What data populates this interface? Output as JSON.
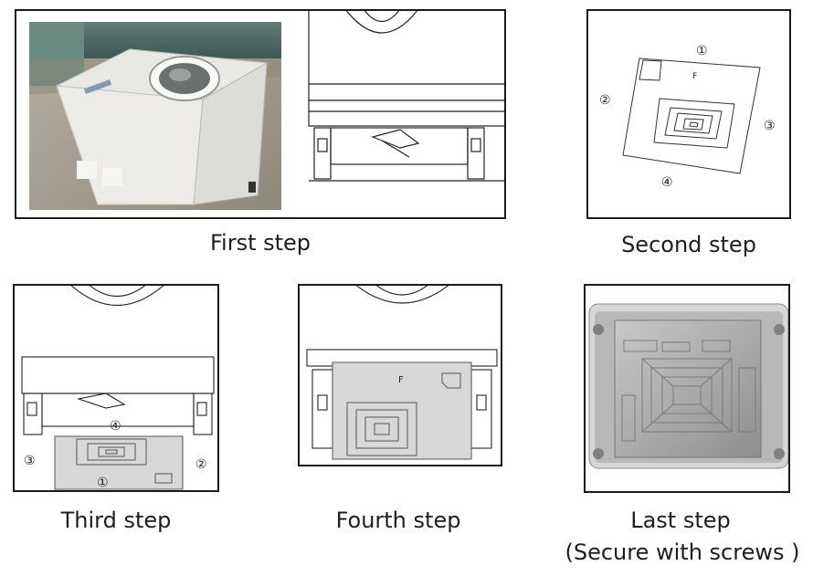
{
  "steps": {
    "first": {
      "caption": "First step"
    },
    "second": {
      "caption": "Second step",
      "labels": [
        "①",
        "②",
        "③",
        "④"
      ]
    },
    "third": {
      "caption": "Third step",
      "labels": [
        "③",
        "②",
        "①",
        "④"
      ]
    },
    "fourth": {
      "caption": "Fourth step",
      "mark": "F"
    },
    "last": {
      "caption": "Last step",
      "note": "(Secure with screws )"
    }
  },
  "plate_mark": "F",
  "colors": {
    "frame": "#1a1a1a",
    "plate": "#d8d8d8",
    "photo_floor": "#a7a090",
    "photo_wall": "#4f6a66",
    "render_gray": "#9a9a9a"
  }
}
